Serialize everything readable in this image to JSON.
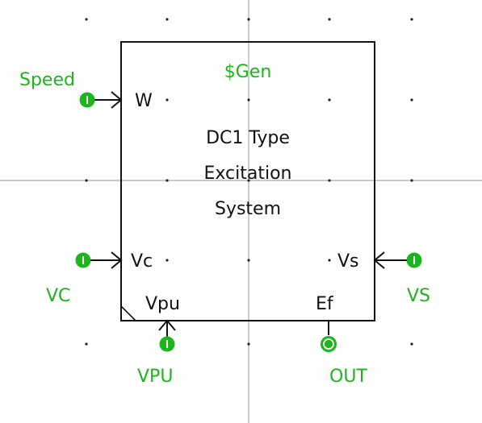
{
  "block": {
    "title": "$Gen",
    "description_lines": [
      "DC1 Type",
      "Excitation",
      "System"
    ]
  },
  "ports": {
    "w": {
      "label": "W",
      "signal": "Speed"
    },
    "vc": {
      "label": "Vc",
      "signal": "VC"
    },
    "vs": {
      "label": "Vs",
      "signal": "VS"
    },
    "vpu": {
      "label": "Vpu",
      "signal": "VPU"
    },
    "ef": {
      "label": "Ef",
      "signal": "OUT"
    }
  },
  "colors": {
    "signal": "#1cb51c",
    "block_border": "#111111",
    "grid": "#a9a9a9",
    "background": "#ffffff"
  }
}
